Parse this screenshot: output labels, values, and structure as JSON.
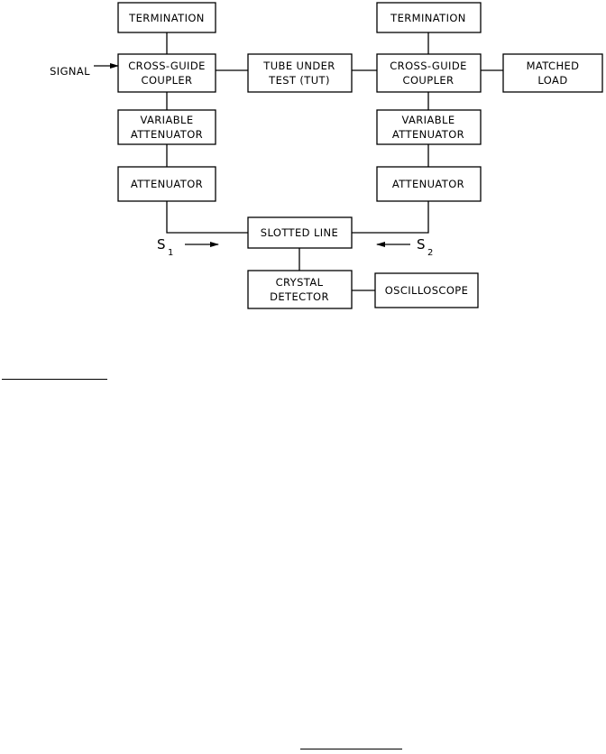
{
  "blocks": {
    "termination_left": [
      "TERMINATION"
    ],
    "termination_right": [
      "TERMINATION"
    ],
    "coupler_left": [
      "CROSS-GUIDE",
      "COUPLER"
    ],
    "coupler_right": [
      "CROSS-GUIDE",
      "COUPLER"
    ],
    "tube_under_test": [
      "TUBE UNDER",
      "TEST (TUT)"
    ],
    "matched_load": [
      "MATCHED",
      "LOAD"
    ],
    "variable_attenuator_left": [
      "VARIABLE",
      "ATTENUATOR"
    ],
    "variable_attenuator_right": [
      "VARIABLE",
      "ATTENUATOR"
    ],
    "attenuator_left": [
      "ATTENUATOR"
    ],
    "attenuator_right": [
      "ATTENUATOR"
    ],
    "slotted_line": [
      "SLOTTED LINE"
    ],
    "crystal_detector": [
      "CRYSTAL",
      "DETECTOR"
    ],
    "oscilloscope": [
      "OSCILLOSCOPE"
    ]
  },
  "labels": {
    "signal": "SIGNAL",
    "s1_letter": "S",
    "s1_sub": "1",
    "s2_letter": "S",
    "s2_sub": "2"
  }
}
